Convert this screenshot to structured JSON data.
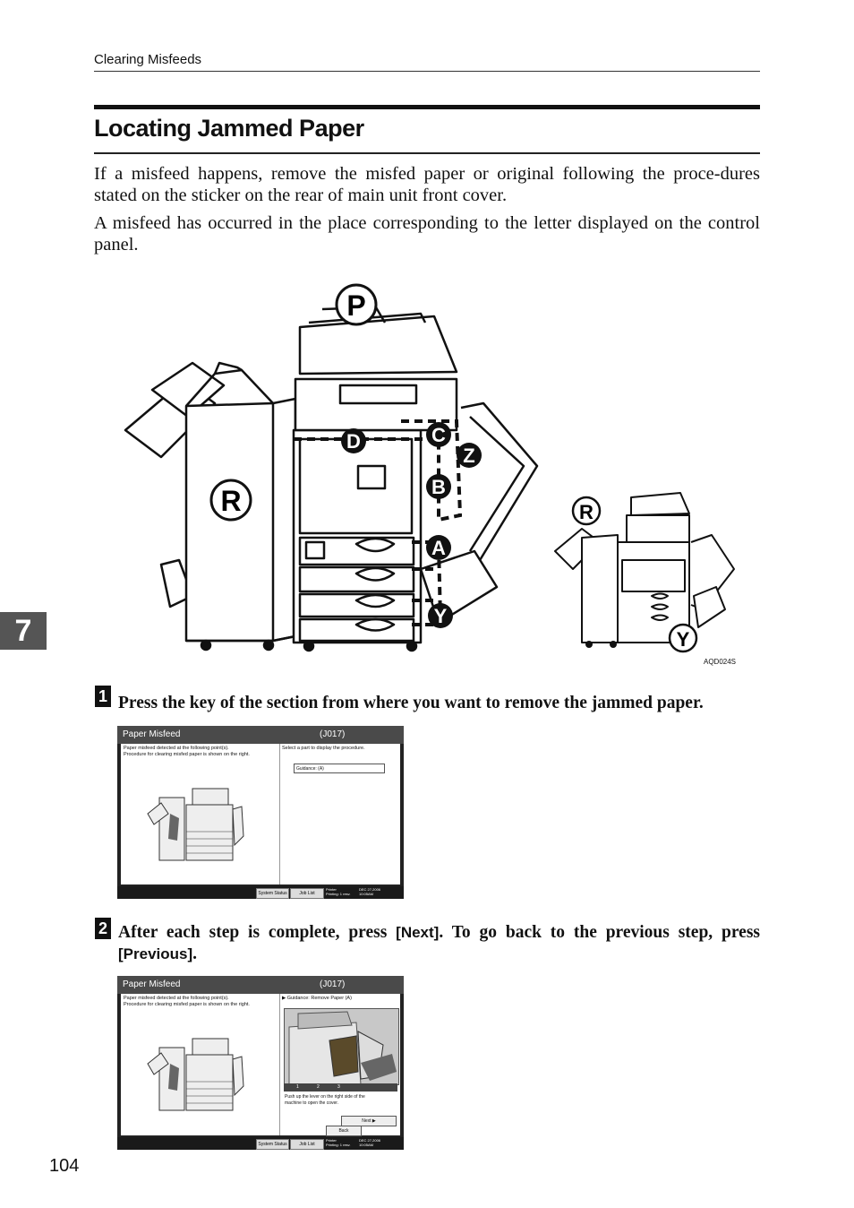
{
  "header": {
    "running_head": "Clearing Misfeeds"
  },
  "section": {
    "title": "Locating Jammed Paper"
  },
  "body": {
    "para1": "If a misfeed happens, remove the misfed paper or original following the proce-dures stated on the sticker on the rear of main unit front cover.",
    "para2": "A misfeed has occurred in the place corresponding to the letter displayed on the control panel."
  },
  "figure": {
    "labels": {
      "p": "P",
      "r_large": "R",
      "d": "D",
      "c": "C",
      "z": "Z",
      "b": "B",
      "a": "A",
      "y_large": "Y",
      "r_small": "R",
      "y_small": "Y"
    },
    "code": "AQD024S"
  },
  "chapter": {
    "number": "7"
  },
  "steps": [
    {
      "num": "1",
      "text": "Press the key of the section from where you want to remove the jammed paper."
    },
    {
      "num": "2",
      "text_a": "After each step is complete, press ",
      "key_a": "[Next]",
      "text_b": ". To go back to the previous step, press ",
      "key_b": "[Previous]",
      "text_c": "."
    }
  ],
  "screen1": {
    "title": "Paper Misfeed",
    "code": "(J017)",
    "left_line1": "Paper misfeed detected at the following point(s).",
    "left_line2": "Procedure for clearing misfed paper is shown on the right.",
    "right_text": "Select a part to display the procedure.",
    "field": "Guidance: (A)",
    "btn_status": "System Status",
    "btn_job": "Job List",
    "info_a1": "Printer",
    "info_a2": "Printing: 1 resv.",
    "info_b1": "DEC 27,2006",
    "info_b2": "10:05AM"
  },
  "screen2": {
    "title": "Paper Misfeed",
    "code": "(J017)",
    "left_line1": "Paper misfeed detected at the following point(s).",
    "left_line2": "Procedure for clearing misfed paper is shown on the right.",
    "guidance": "▶ Guidance: Remove Paper (A)",
    "step1": "1",
    "step2": "2",
    "step3": "3",
    "instr1": "Push up the lever on the right side of the",
    "instr2": "machine to open the cover.",
    "next": "Next",
    "back": "Back",
    "btn_status": "System Status",
    "btn_job": "Job List",
    "info_a1": "Printer",
    "info_a2": "Printing: 1 resv.",
    "info_b1": "DEC 27,2006",
    "info_b2": "10:05AM"
  },
  "footer": {
    "page_number": "104"
  }
}
